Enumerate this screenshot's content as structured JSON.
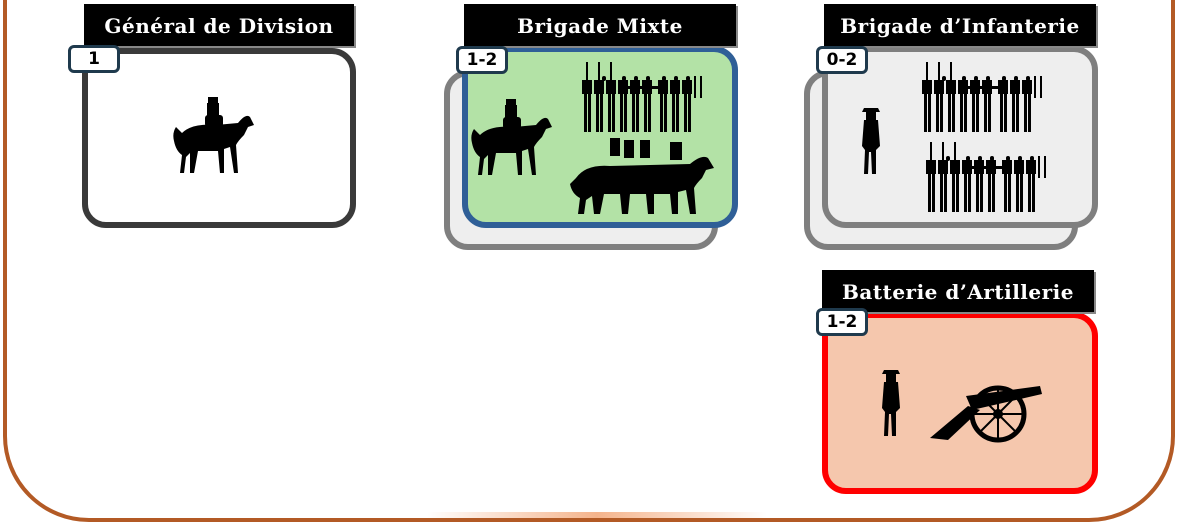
{
  "units": [
    {
      "title": "Général de Division",
      "count": "1",
      "fill": "#ffffff",
      "border": "#3a3a3a",
      "stacked": false
    },
    {
      "title": "Brigade Mixte",
      "count": "1-2",
      "fill": "#b3e2a6",
      "border": "#2f5f97",
      "stacked": true
    },
    {
      "title": "Brigade d’Infanterie",
      "count": "0-2",
      "fill": "#eeeeee",
      "border": "#7f7f7f",
      "stacked": true
    },
    {
      "title": "Batterie d’Artillerie",
      "count": "1-2",
      "fill": "#f5c7ad",
      "border": "#ff0000",
      "stacked": false
    }
  ],
  "icons": [
    "mounted-officer",
    "infantry-line",
    "cavalry-group",
    "officer-standing",
    "cannon"
  ]
}
